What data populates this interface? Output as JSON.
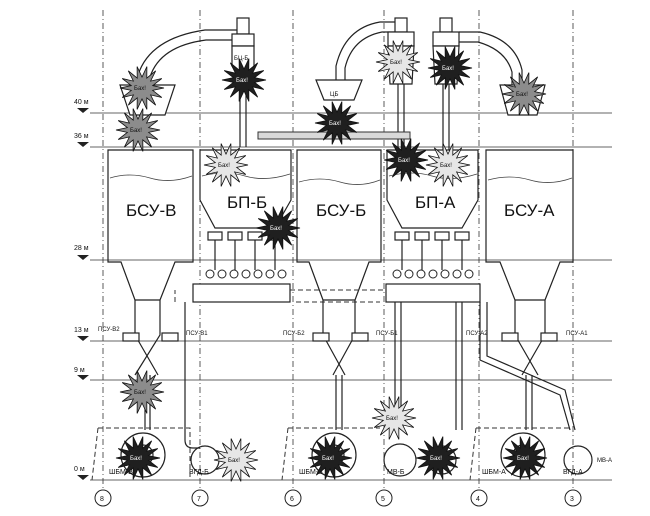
{
  "levels": [
    {
      "label": "40 м",
      "y": 40
    },
    {
      "label": "36 м",
      "y": 36
    },
    {
      "label": "28 м",
      "y": 28
    },
    {
      "label": "13 м",
      "y": 13
    },
    {
      "label": "9 м",
      "y": 9
    },
    {
      "label": "0 м",
      "y": 0
    }
  ],
  "bunkers": [
    {
      "label": "БСУ-В"
    },
    {
      "label": "БП-Б"
    },
    {
      "label": "БСУ-Б"
    },
    {
      "label": "БП-А"
    },
    {
      "label": "БСУ-А"
    }
  ],
  "pipe_labels": [
    "ПСУ-В2",
    "ПСУ-В1",
    "ПСУ-Б2",
    "ПСУ-Б1",
    "ПСУ-А2",
    "ПСУ-А1"
  ],
  "equipment": [
    "ШБМ-В",
    "ВГД-Б",
    "ШБМ-Б",
    "МВ-Б",
    "ШБМ-А",
    "ВГД-А",
    "МВ-А"
  ],
  "top_labels": [
    "БЦ-Б",
    "ЦБ"
  ],
  "axes": [
    "8",
    "7",
    "6",
    "5",
    "4",
    "3"
  ],
  "explosion_label": "Бах!",
  "explosion_colors": {
    "gray": "#8c8c8c",
    "dark": "#1f1f1f",
    "light": "#e6e6e6"
  }
}
